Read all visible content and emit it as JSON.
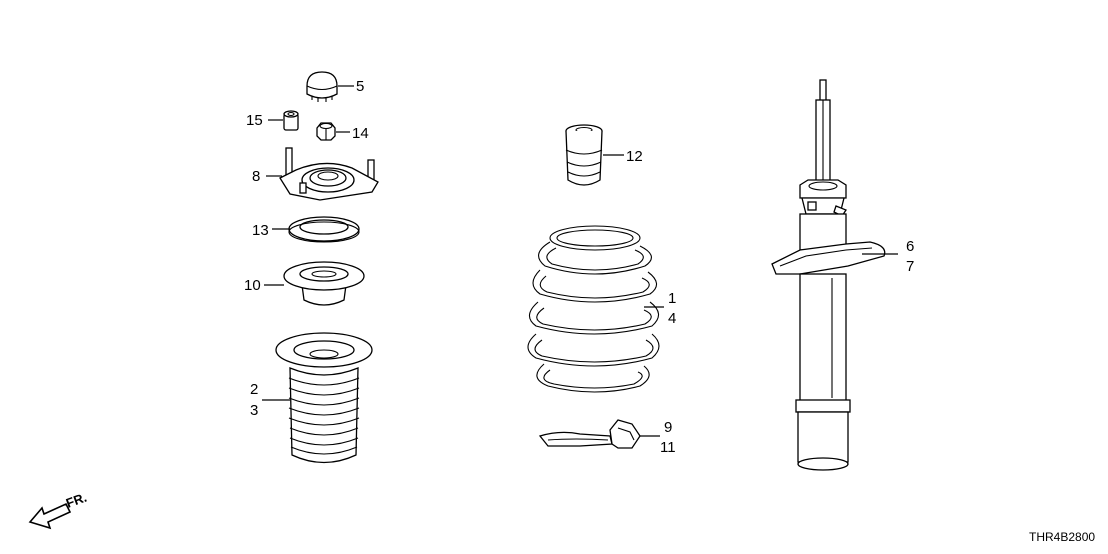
{
  "diagram": {
    "code": "THR4B2800",
    "direction": "FR.",
    "callouts": [
      {
        "id": "c5",
        "text": "5"
      },
      {
        "id": "c15",
        "text": "15"
      },
      {
        "id": "c14",
        "text": "14"
      },
      {
        "id": "c8",
        "text": "8"
      },
      {
        "id": "c13",
        "text": "13"
      },
      {
        "id": "c10",
        "text": "10"
      },
      {
        "id": "c2",
        "text": "2"
      },
      {
        "id": "c3",
        "text": "3"
      },
      {
        "id": "c12",
        "text": "12"
      },
      {
        "id": "c1",
        "text": "1"
      },
      {
        "id": "c4",
        "text": "4"
      },
      {
        "id": "c9",
        "text": "9"
      },
      {
        "id": "c11",
        "text": "11"
      },
      {
        "id": "c6",
        "text": "6"
      },
      {
        "id": "c7",
        "text": "7"
      }
    ]
  }
}
